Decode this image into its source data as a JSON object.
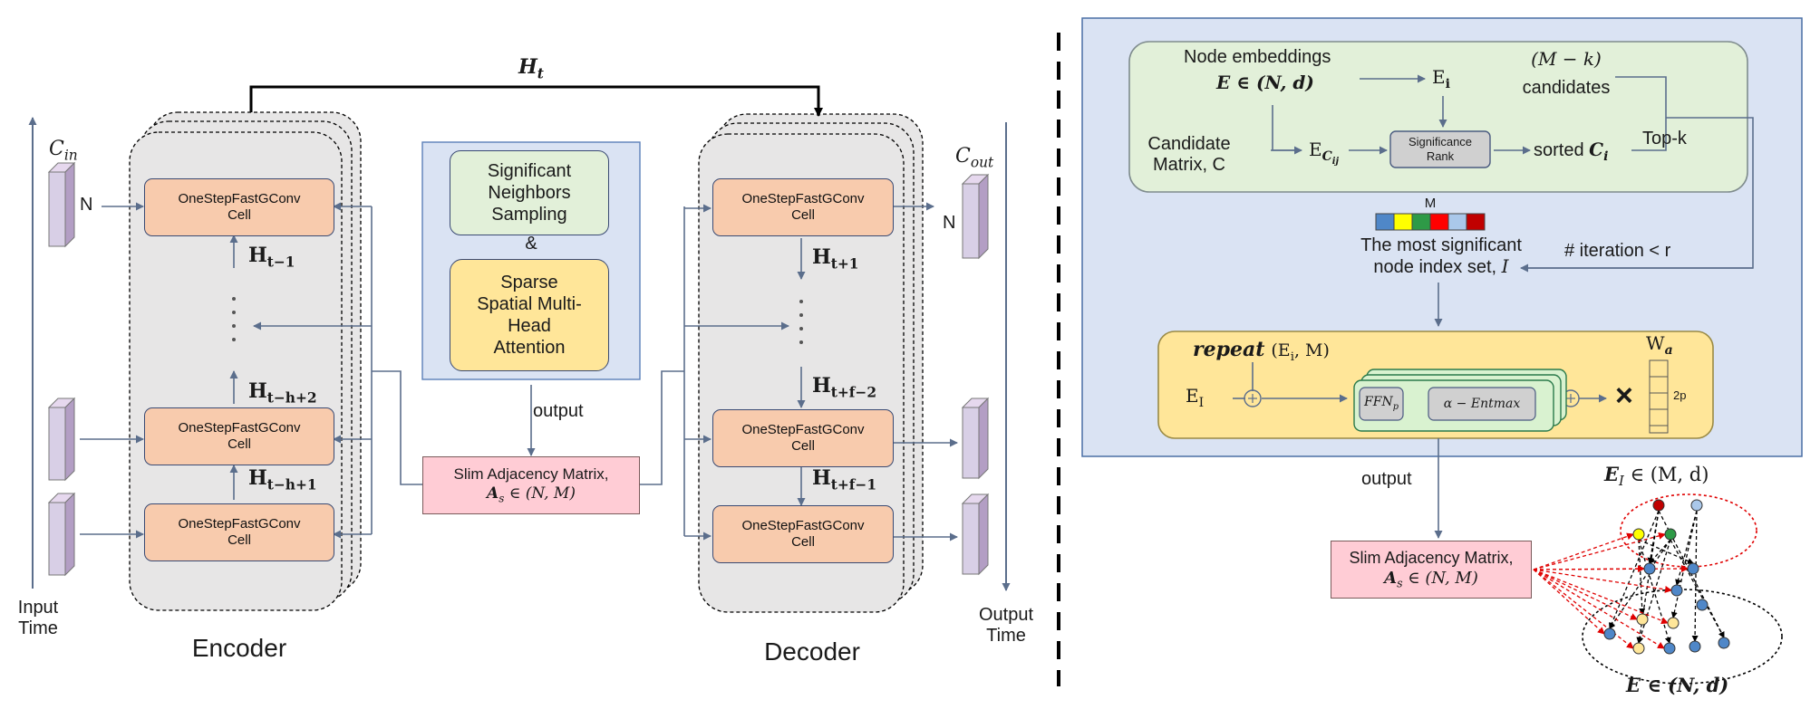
{
  "encoder": {
    "title": "Encoder",
    "cell_label": "OneStepFastGConv\nCell",
    "input_channel": "C",
    "input_channel_sub": "in",
    "node_label": "N",
    "hidden": {
      "h_t_minus_1": {
        "main": "H",
        "sub": "t−1"
      },
      "h_t_minus_h_plus_2": {
        "main": "H",
        "sub": "t−h+2"
      },
      "h_t_minus_h_plus_1": {
        "main": "H",
        "sub": "t−h+1"
      }
    },
    "input_time_label": "Input\nTime"
  },
  "decoder": {
    "title": "Decoder",
    "cell_label": "OneStepFastGConv\nCell",
    "output_channel": "C",
    "output_channel_sub": "out",
    "node_label": "N",
    "hidden": {
      "h_t_plus_1": {
        "main": "H",
        "sub": "t+1"
      },
      "h_t_plus_f_minus_2": {
        "main": "H",
        "sub": "t+f−2"
      },
      "h_t_plus_f_minus_1": {
        "main": "H",
        "sub": "t+f−1"
      }
    },
    "output_time_label": "Output\nTime"
  },
  "top_link": {
    "main": "H",
    "sub": "t"
  },
  "center": {
    "sampling_label": "Significant\nNeighbors\nSampling",
    "ampersand": "&",
    "attention_label": "Sparse\nSpatial Multi-\nHead\nAttention",
    "output_label": "output",
    "slim_adj_label": "Slim Adjacency Matrix,",
    "slim_adj_math": "A",
    "slim_adj_math_sub": "s",
    "slim_adj_math_tail": " ∈ (N, M)"
  },
  "right_panel": {
    "node_embeddings_label": "Node embeddings",
    "e_def": "E ∈ (N, d)",
    "e_i": "E",
    "e_i_sub": "i",
    "candidates_math": "(M − k)",
    "candidates_label": "candidates",
    "candidate_matrix_label": "Candidate\nMatrix, C",
    "e_cij": "E",
    "e_cij_sub": "C",
    "e_cij_subsub": "ij",
    "significance_rank_label": "Significance\nRank",
    "sorted_label": "sorted",
    "sorted_math": "C",
    "sorted_math_sub": "i",
    "topk_label": "Top-k",
    "m_label": "M",
    "index_colors": [
      "#4f87c8",
      "#ffff00",
      "#2e9a47",
      "#ff0000",
      "#aac8ea",
      "#c00000"
    ],
    "most_significant_label": "The most significant\nnode index set,",
    "most_significant_math": "I",
    "iteration_label": "# iteration < r",
    "repeat_label": "repeat",
    "repeat_args": "(E",
    "repeat_args_sub": "i",
    "repeat_args_tail": ", M)",
    "e_I": "E",
    "e_I_sub": "I",
    "ffn_label": "FFN",
    "ffn_sub": "p",
    "entmax_label": "α − Entmax",
    "multiply_symbol": "×",
    "w_label": "W",
    "w_sub": "a",
    "two_p_label": "2p",
    "output_label": "output",
    "slim_adj_label": "Slim Adjacency\nMatrix,",
    "slim_adj_math": "A",
    "slim_adj_math_sub": "s",
    "slim_adj_math_tail": " ∈ (N, M)",
    "graph_top_label": "E",
    "graph_top_sub": "I",
    "graph_top_tail": " ∈ (M, d)",
    "graph_bottom_label": "E ∈ (N, d)"
  },
  "colors": {
    "cell_fill": "#f8cbad",
    "encoder_fill": "#e7e6e6",
    "center_panel_fill": "#dae3f3",
    "sampling_fill": "#e2f0d9",
    "attention_fill": "#ffe699",
    "slim_adj_fill": "#ffccd5",
    "right_panel_fill": "#dae3f3",
    "arrow": "#5b6e8c"
  }
}
